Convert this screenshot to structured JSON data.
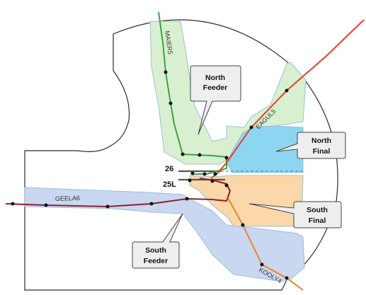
{
  "colors": {
    "north_feeder_fill": "#d8f0cf",
    "south_feeder_fill": "#c9d7f0",
    "north_final_fill": "#8cd6f2",
    "south_final_fill": "#fbd7aa",
    "route_maiers": "#3aa34b",
    "route_eagul": "#e8402a",
    "route_geela": "#8b2330",
    "route_kooly": "#e8852a",
    "boundary": "#2b2b2b",
    "callout_fill": "#eeeeee"
  },
  "routes": {
    "maiers": "MAIER5",
    "eagul": "EAGUL5",
    "geela": "GEELA6",
    "kooly": "KOOLY4"
  },
  "runways": {
    "north": "26",
    "south": "25L"
  },
  "callouts": {
    "north_feeder": [
      "North",
      "Feeder"
    ],
    "north_final": [
      "North",
      "Final"
    ],
    "south_final": [
      "South",
      "Final"
    ],
    "south_feeder": [
      "South",
      "Feeder"
    ]
  }
}
